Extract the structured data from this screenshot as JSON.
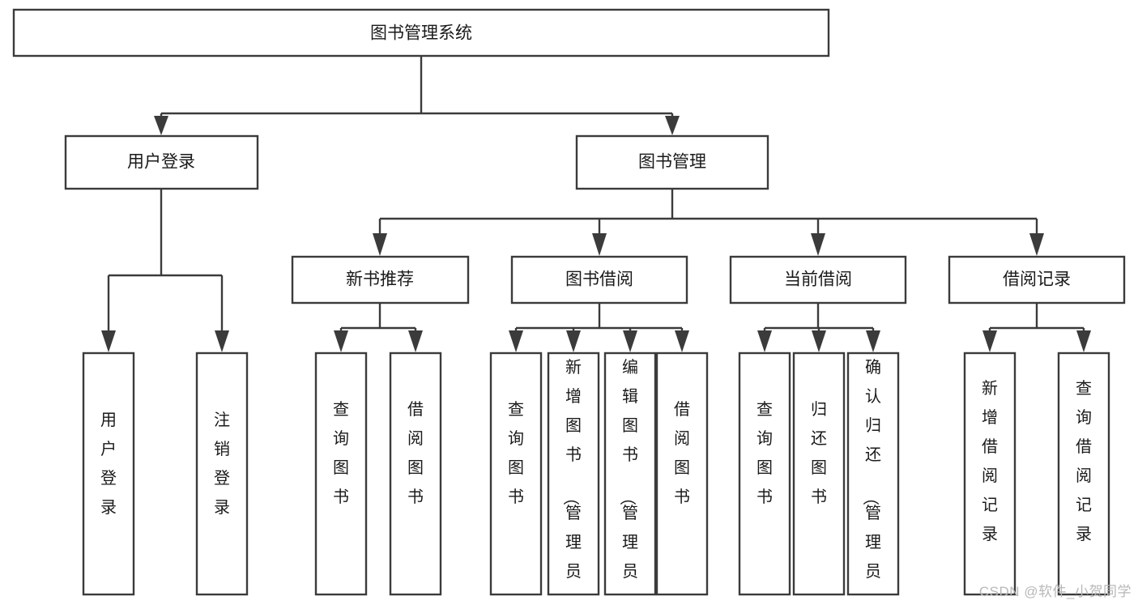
{
  "diagram": {
    "type": "hierarchy-flowchart",
    "title": "图书管理系统",
    "watermark": "CSDN @软件_小贺同学",
    "colors": {
      "background": "#ffffff",
      "box_fill": "#ffffff",
      "box_stroke": "#3b3b3b",
      "text": "#1a1a1a",
      "watermark": "#b8b8b8"
    },
    "levels": {
      "root": {
        "label": "图书管理系统"
      },
      "level2": [
        {
          "id": "user-login",
          "label": "用户登录"
        },
        {
          "id": "book-management",
          "label": "图书管理"
        }
      ],
      "level3": [
        {
          "id": "new-book-recommend",
          "label": "新书推荐",
          "parent": "book-management"
        },
        {
          "id": "book-borrow",
          "label": "图书借阅",
          "parent": "book-management"
        },
        {
          "id": "current-borrow",
          "label": "当前借阅",
          "parent": "book-management"
        },
        {
          "id": "borrow-record",
          "label": "借阅记录",
          "parent": "book-management"
        }
      ],
      "leaves": [
        {
          "id": "leaf-user-login",
          "label": "用户登录",
          "parent": "user-login"
        },
        {
          "id": "leaf-logout",
          "label": "注销登录",
          "parent": "user-login"
        },
        {
          "id": "leaf-query-book-1",
          "label": "查询图书",
          "parent": "new-book-recommend"
        },
        {
          "id": "leaf-borrow-book-1",
          "label": "借阅图书",
          "parent": "new-book-recommend"
        },
        {
          "id": "leaf-query-book-2",
          "label": "查询图书",
          "parent": "book-borrow"
        },
        {
          "id": "leaf-add-book",
          "label": "新增图书（管理员）",
          "parent": "book-borrow"
        },
        {
          "id": "leaf-edit-book",
          "label": "编辑图书（管理员）",
          "parent": "book-borrow"
        },
        {
          "id": "leaf-borrow-book-2",
          "label": "借阅图书",
          "parent": "book-borrow"
        },
        {
          "id": "leaf-query-book-3",
          "label": "查询图书",
          "parent": "current-borrow"
        },
        {
          "id": "leaf-return-book",
          "label": "归还图书",
          "parent": "current-borrow"
        },
        {
          "id": "leaf-confirm-return",
          "label": "确认归还（管理员）",
          "parent": "current-borrow"
        },
        {
          "id": "leaf-add-record",
          "label": "新增借阅记录",
          "parent": "borrow-record"
        },
        {
          "id": "leaf-query-record",
          "label": "查询借阅记录",
          "parent": "borrow-record"
        }
      ]
    }
  }
}
